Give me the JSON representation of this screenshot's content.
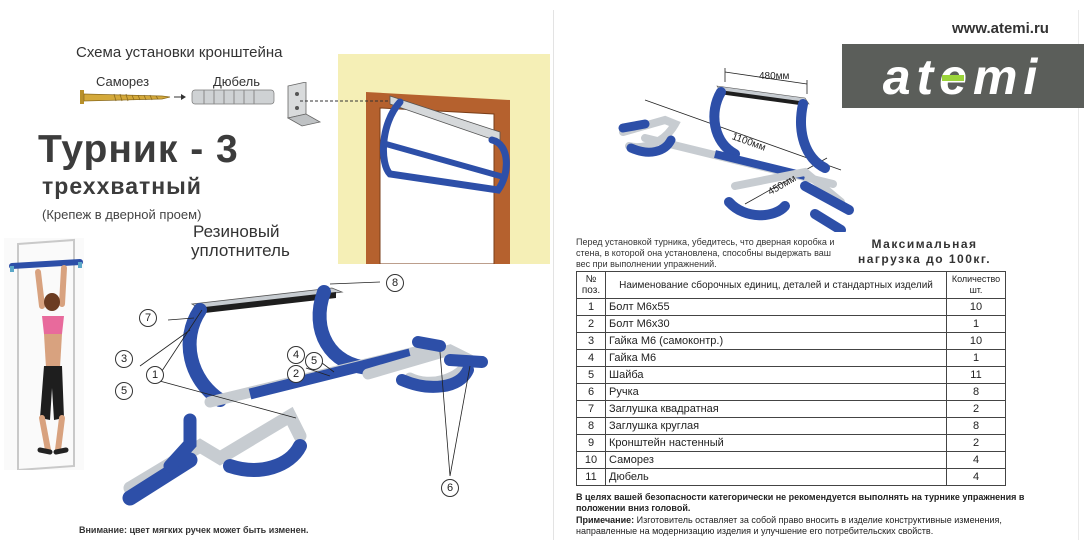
{
  "left": {
    "scheme_title": "Схема установки кронштейна",
    "screw_label": "Саморез",
    "dowel_label": "Дюбель",
    "title_main": "Турник - 3",
    "title_sub": "трехxватный",
    "title_note": "(Крепеж в дверной проем)",
    "seal_label_1": "Резиновый",
    "seal_label_2": "уплотнитель",
    "warning": "Внимание: цвет мягких ручек может быть изменен.",
    "callouts": {
      "c1": "1",
      "c2": "2",
      "c3": "3",
      "c4": "4",
      "c5a": "5",
      "c5b": "5",
      "c6": "6",
      "c7": "7",
      "c8": "8"
    }
  },
  "right": {
    "website": "www.atemi.ru",
    "logo": "atemi",
    "dims": {
      "d1": "480мм",
      "d2": "1100мм",
      "d3": "450мм"
    },
    "notice": "Перед установкой турника, убедитесь, что дверная коробка и стена, в которой она установлена, способны выдержать ваш вес при выполнении упражнений.",
    "max_load_1": "Максимальная",
    "max_load_2": "нагрузка до 100кг.",
    "table": {
      "headers": [
        "№ поз.",
        "Наименование сборочных единиц, деталей и стандартных изделий",
        "Количество шт."
      ],
      "rows": [
        [
          "1",
          "Болт М6x55",
          "10"
        ],
        [
          "2",
          "Болт М6x30",
          "1"
        ],
        [
          "3",
          "Гайка М6 (самоконтр.)",
          "10"
        ],
        [
          "4",
          "Гайка М6",
          "1"
        ],
        [
          "5",
          "Шайба",
          "11"
        ],
        [
          "6",
          "Ручка",
          "8"
        ],
        [
          "7",
          "Заглушка квадратная",
          "2"
        ],
        [
          "8",
          "Заглушка круглая",
          "8"
        ],
        [
          "9",
          "Кронштейн настенный",
          "2"
        ],
        [
          "10",
          "Саморез",
          "4"
        ],
        [
          "11",
          "Дюбель",
          "4"
        ]
      ]
    },
    "safety": "В целях вашей безопасности категорически не рекомендуется выполнять на турнике упражнения в положении вниз головой.",
    "note_label": "Примечание:",
    "note_text": "Изготовитель оставляет за собой право вносить в изделие конструктивные изменения, направленные на модернизацию изделия и улучшение его потребительских свойств."
  },
  "colors": {
    "blue": "#2d4fa8",
    "grey": "#c7ccd1",
    "logo_bg": "#5b5e5a",
    "logo_accent": "#9bd43b"
  }
}
